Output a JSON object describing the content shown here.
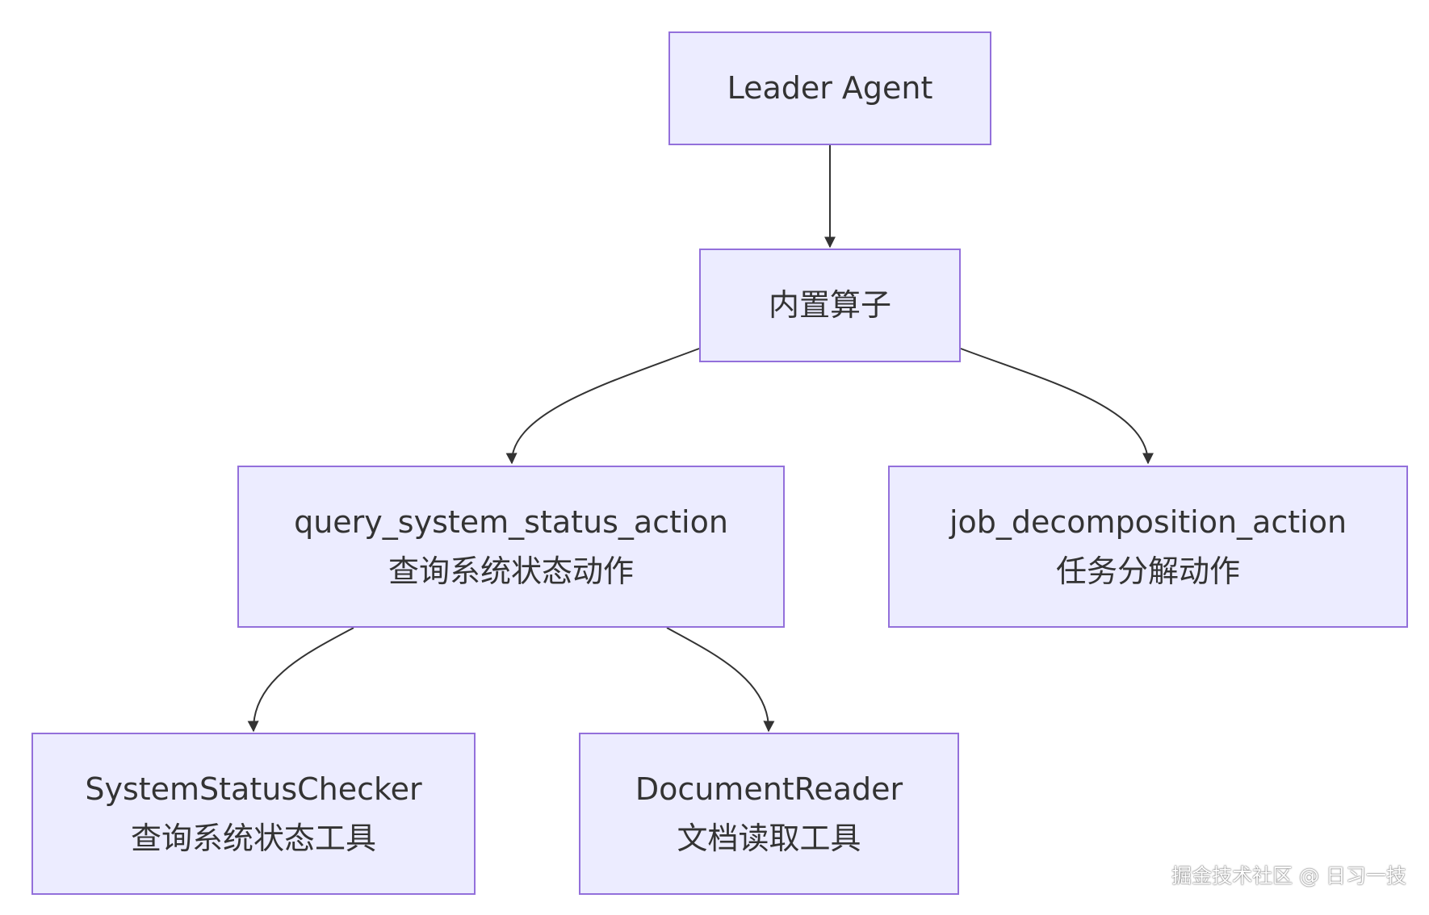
{
  "nodes": {
    "leader": {
      "label": "Leader Agent"
    },
    "operator": {
      "label": "内置算子"
    },
    "query_action": {
      "label": "query_system_status_action",
      "sublabel": "查询系统状态动作"
    },
    "job_action": {
      "label": "job_decomposition_action",
      "sublabel": "任务分解动作"
    },
    "status_checker": {
      "label": "SystemStatusChecker",
      "sublabel": "查询系统状态工具"
    },
    "doc_reader": {
      "label": "DocumentReader",
      "sublabel": "文档读取工具"
    }
  },
  "edges": [
    {
      "from": "leader",
      "to": "operator"
    },
    {
      "from": "operator",
      "to": "query_action"
    },
    {
      "from": "operator",
      "to": "job_action"
    },
    {
      "from": "query_action",
      "to": "status_checker"
    },
    {
      "from": "query_action",
      "to": "doc_reader"
    }
  ],
  "colors": {
    "node_fill": "#ECECFF",
    "node_border": "#9370DB",
    "edge": "#333333",
    "text": "#333333"
  },
  "watermark": "掘金技术社区 @ 日习一技"
}
